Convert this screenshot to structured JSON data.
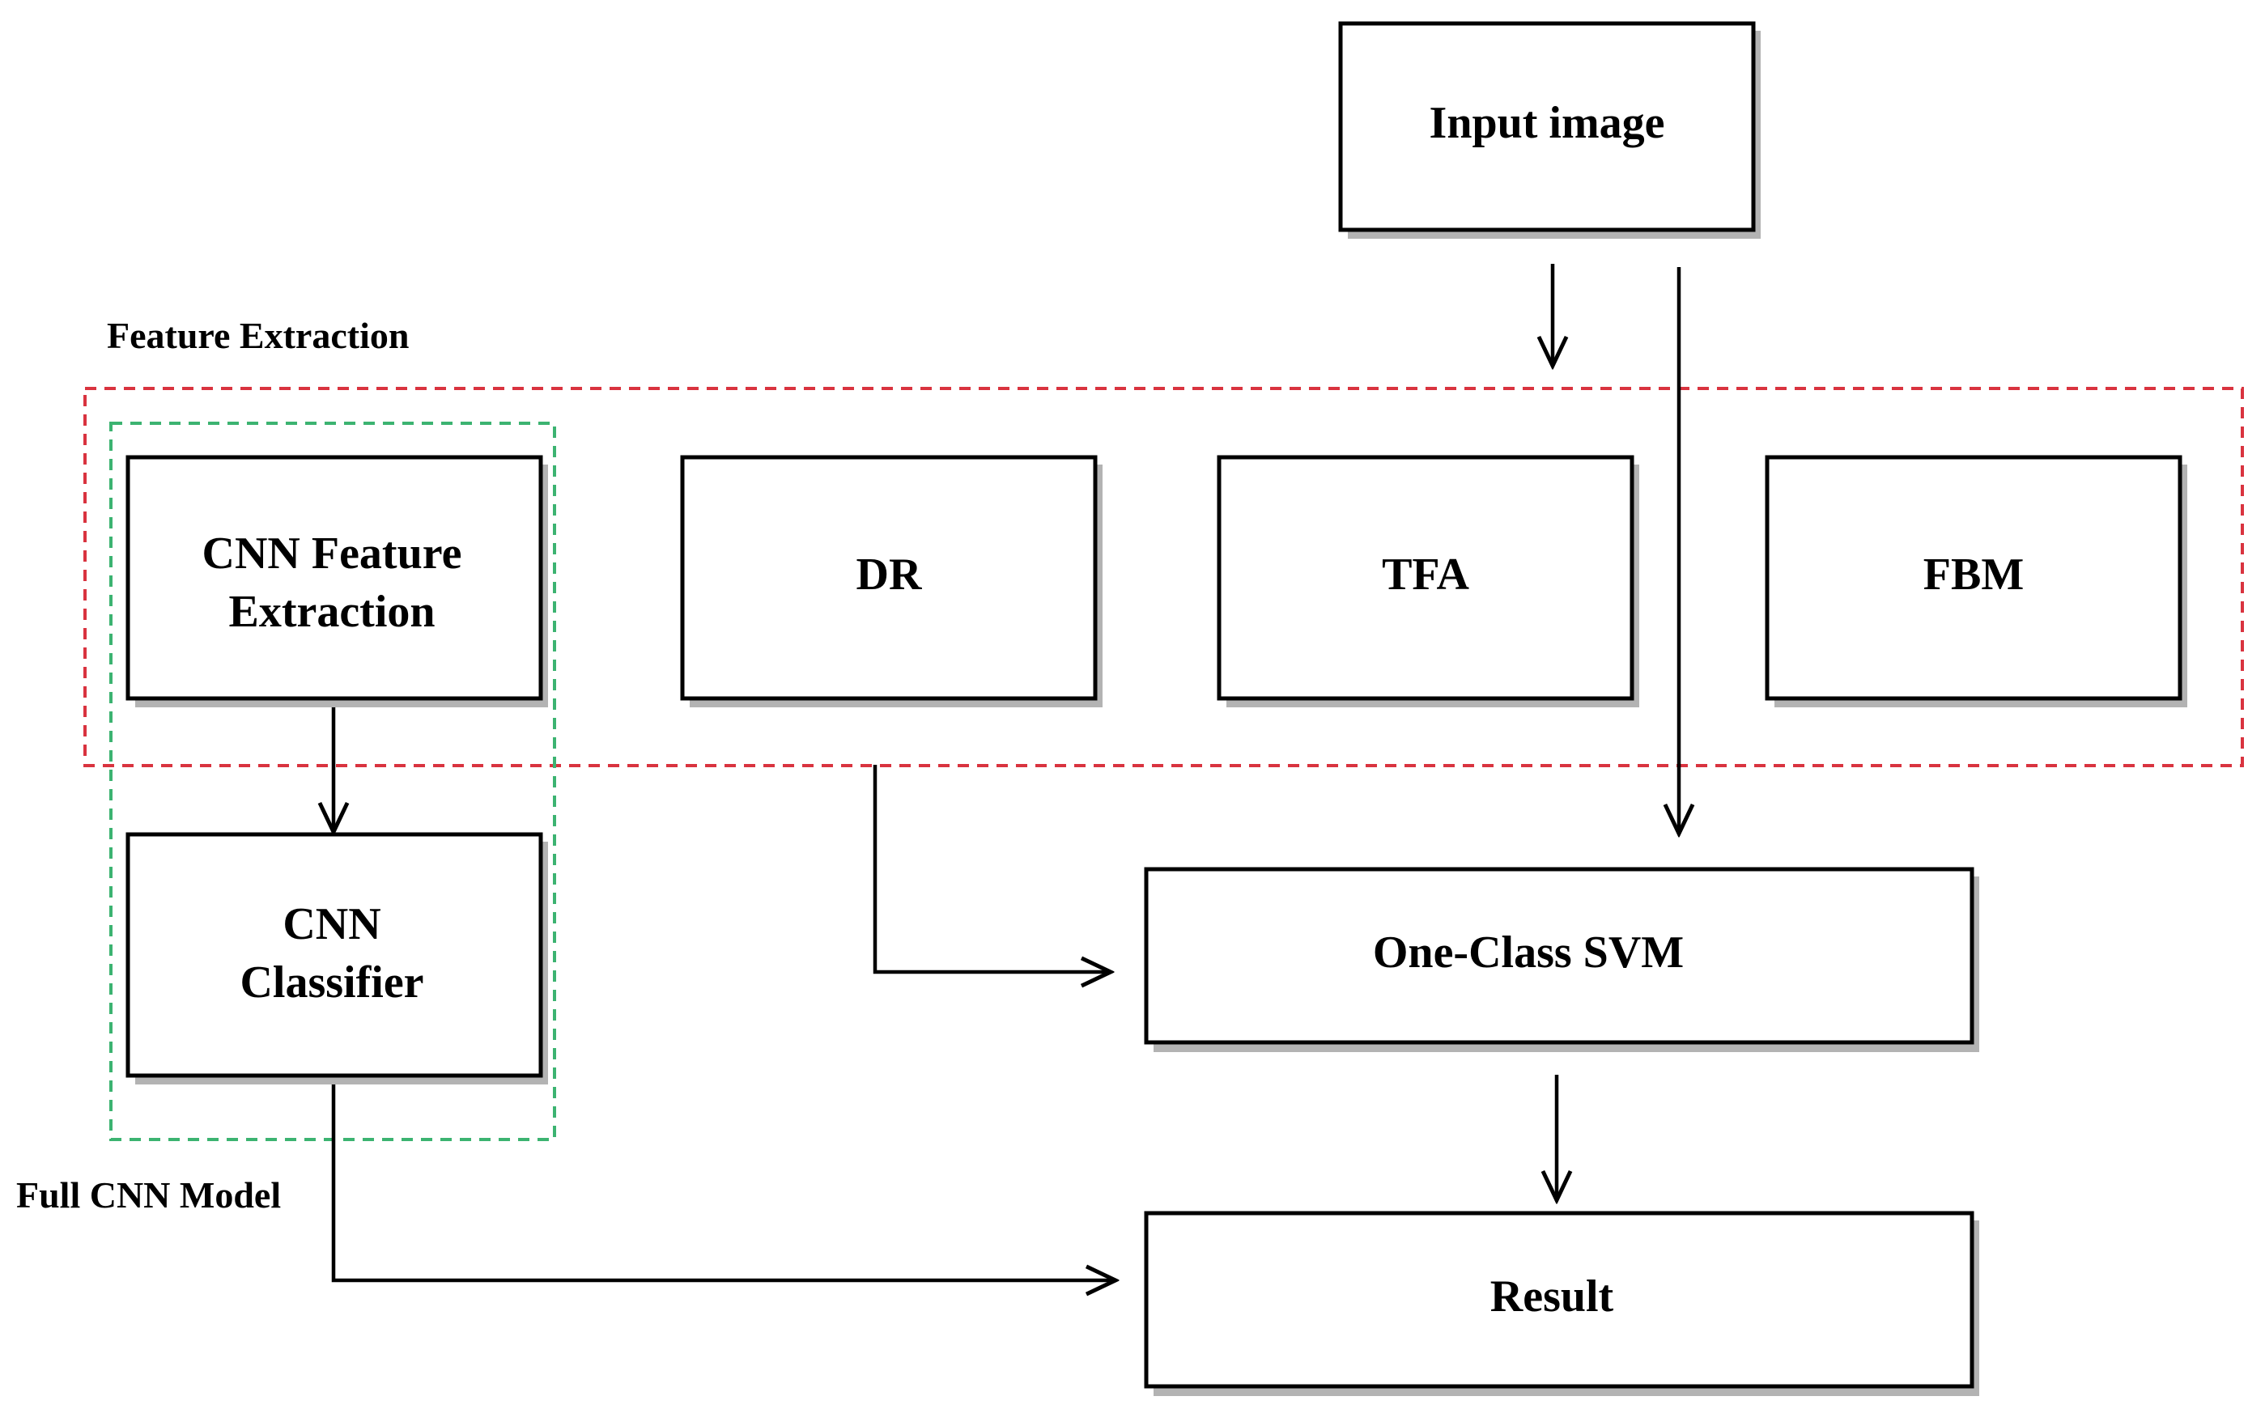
{
  "groups": {
    "feature_extraction": {
      "label": "Feature Extraction",
      "color": "#d9333f"
    },
    "full_cnn_model": {
      "label": "Full CNN Model",
      "color": "#3cb371"
    }
  },
  "nodes": {
    "input_image": {
      "lines": [
        "Input image"
      ]
    },
    "cnn_feature_extraction": {
      "lines": [
        "CNN Feature",
        "Extraction"
      ]
    },
    "dr": {
      "lines": [
        "DR"
      ]
    },
    "tfa": {
      "lines": [
        "TFA"
      ]
    },
    "fbm": {
      "lines": [
        "FBM"
      ]
    },
    "cnn_classifier": {
      "lines": [
        "CNN",
        "Classifier"
      ]
    },
    "one_class_svm": {
      "lines": [
        "One-Class SVM"
      ]
    },
    "result": {
      "lines": [
        "Result"
      ]
    }
  },
  "edges": [
    {
      "from": "input_image",
      "to": "feature_extraction"
    },
    {
      "from": "input_image",
      "to": "one_class_svm"
    },
    {
      "from": "cnn_feature_extraction",
      "to": "cnn_classifier"
    },
    {
      "from": "dr",
      "to": "one_class_svm"
    },
    {
      "from": "one_class_svm",
      "to": "result"
    },
    {
      "from": "cnn_classifier",
      "to": "result"
    }
  ]
}
